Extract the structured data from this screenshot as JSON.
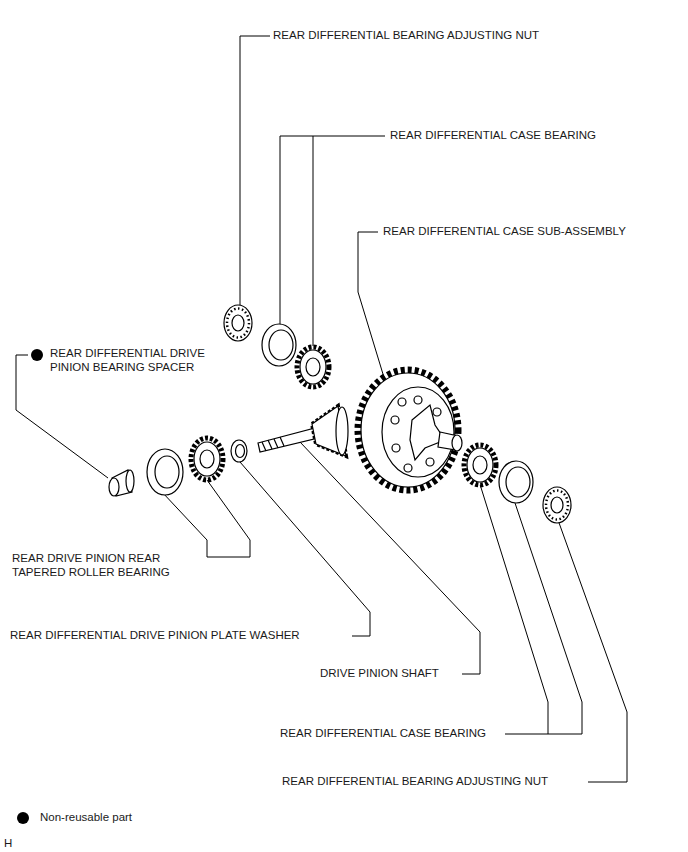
{
  "diagram": {
    "labels": [
      "REAR DIFFERENTIAL BEARING ADJUSTING NUT",
      "REAR DIFFERENTIAL CASE BEARING",
      "REAR DIFFERENTIAL CASE SUB-ASSEMBLY",
      "REAR DIFFERENTIAL DRIVE PINION BEARING SPACER",
      "REAR DRIVE PINION REAR TAPERED ROLLER BEARING",
      "REAR DIFFERENTIAL DRIVE PINION PLATE WASHER",
      "DRIVE PINION SHAFT",
      "REAR DIFFERENTIAL CASE BEARING",
      "REAR DIFFERENTIAL BEARING ADJUSTING NUT",
      "H"
    ],
    "legend": [
      {
        "text": "Non-reusable part"
      }
    ]
  }
}
